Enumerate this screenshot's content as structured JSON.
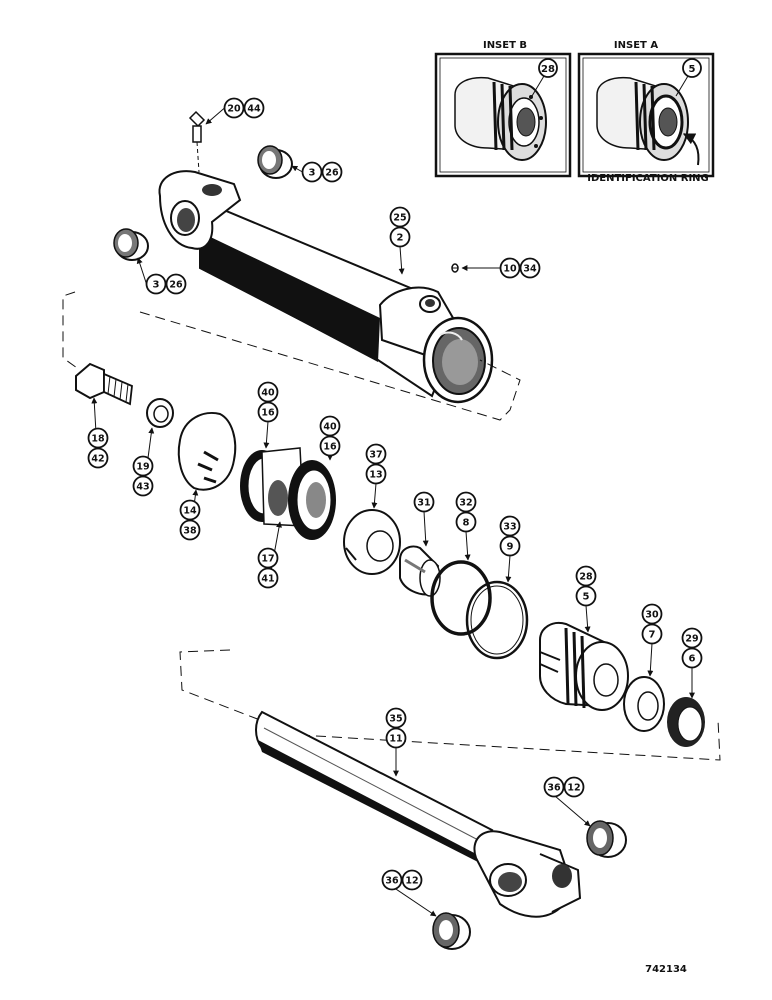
{
  "inset_b": {
    "title": "INSET B",
    "callout": "28"
  },
  "inset_a": {
    "title": "INSET A",
    "callout": "5",
    "note": "IDENTIFICATION RING"
  },
  "figure_number": "742134",
  "callouts": {
    "fitting": [
      "20",
      "44"
    ],
    "bushing_top": [
      "3",
      "26"
    ],
    "bushing_left": [
      "3",
      "26"
    ],
    "barrel": [
      "25",
      "2"
    ],
    "plug": [
      "10",
      "34"
    ],
    "bolt": [
      "18",
      "42"
    ],
    "washer": [
      "19",
      "43"
    ],
    "piston_cap": [
      "14",
      "38"
    ],
    "seal_left": [
      "40",
      "16"
    ],
    "seal_right": [
      "40",
      "16"
    ],
    "piston": [
      "17",
      "41"
    ],
    "spacer": [
      "37",
      "13"
    ],
    "sleeve": [
      "31"
    ],
    "oring": [
      "32",
      "8"
    ],
    "backup_ring": [
      "33",
      "9"
    ],
    "gland": [
      "28",
      "5"
    ],
    "rod_seal": [
      "30",
      "7"
    ],
    "wiper": [
      "29",
      "6"
    ],
    "rod": [
      "35",
      "11"
    ],
    "bushing_rod_r": [
      "36",
      "12"
    ],
    "bushing_rod_l": [
      "36",
      "12"
    ]
  }
}
